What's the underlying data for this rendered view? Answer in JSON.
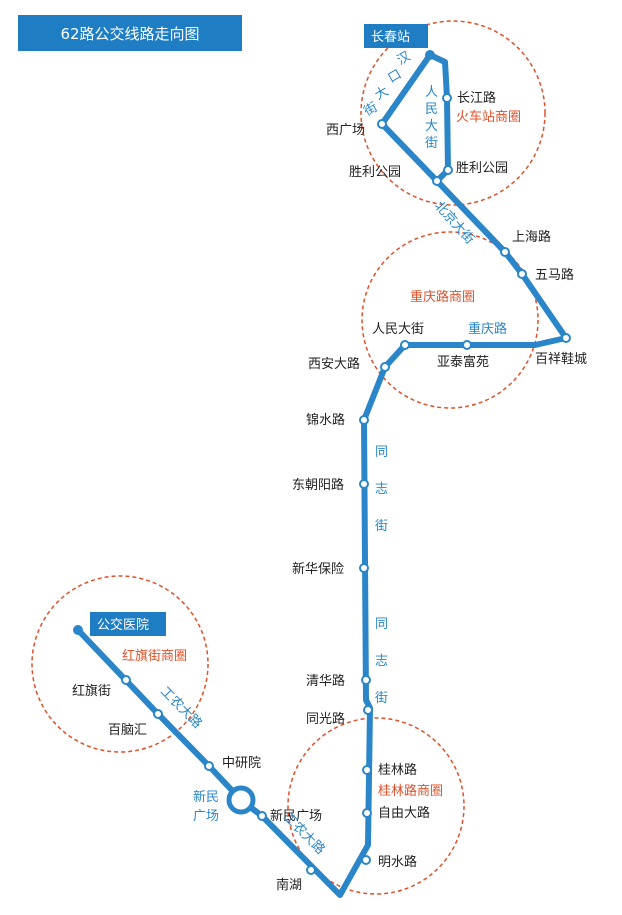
{
  "title": "62路公交线路走向图",
  "colors": {
    "route": "#2a86c8",
    "district": "#e0502b",
    "title_bg": "#1f7ec3"
  },
  "terminals": {
    "north": "长春站",
    "south": "公交医院"
  },
  "stops": {
    "changchun_station": "长春站",
    "changjiang_lu": "长江路",
    "xi_guangchang": "西广场",
    "shengli_gongyuan_w": "胜利公园",
    "shengli_gongyuan_e": "胜利公园",
    "shanghai_lu": "上海路",
    "wuma_lu": "五马路",
    "baixiang_xiecheng": "百祥鞋城",
    "yatai_fuyuan": "亚泰富苑",
    "renmin_dajie": "人民大街",
    "xian_dalu": "西安大路",
    "jinshui_lu": "锦水路",
    "dong_chaoyang_lu": "东朝阳路",
    "xinhua_baoxian": "新华保险",
    "qinghua_lu": "清华路",
    "tongguang_lu": "同光路",
    "guilin_lu": "桂林路",
    "ziyou_dalu": "自由大路",
    "mingshui_lu": "明水路",
    "nanhu": "南湖",
    "xinmin_guangchang": "新民广场",
    "zhongyanyuan": "中研院",
    "bainao_hui": "百脑汇",
    "hongqi_jie": "红旗街",
    "gongjiao_yiyuan": "公交医院"
  },
  "roads": {
    "hankou": [
      "汉",
      "口",
      "大",
      "街"
    ],
    "renmin": [
      "人",
      "民",
      "大",
      "街"
    ],
    "beijing": "北京大街",
    "chongqing": "重庆路",
    "tongzhi_1": [
      "同",
      "志",
      "街"
    ],
    "tongzhi_2": [
      "同",
      "志",
      "街"
    ],
    "gongnong_1": "工农大路",
    "gongnong_2": "工农大路",
    "xinmin_hub": [
      "新民",
      "广场"
    ]
  },
  "districts": {
    "train_station": "火车站商圈",
    "chongqing_lu": "重庆路商圈",
    "guilin_lu": "桂林路商圈",
    "hongqi_jie": "红旗街商圈"
  }
}
